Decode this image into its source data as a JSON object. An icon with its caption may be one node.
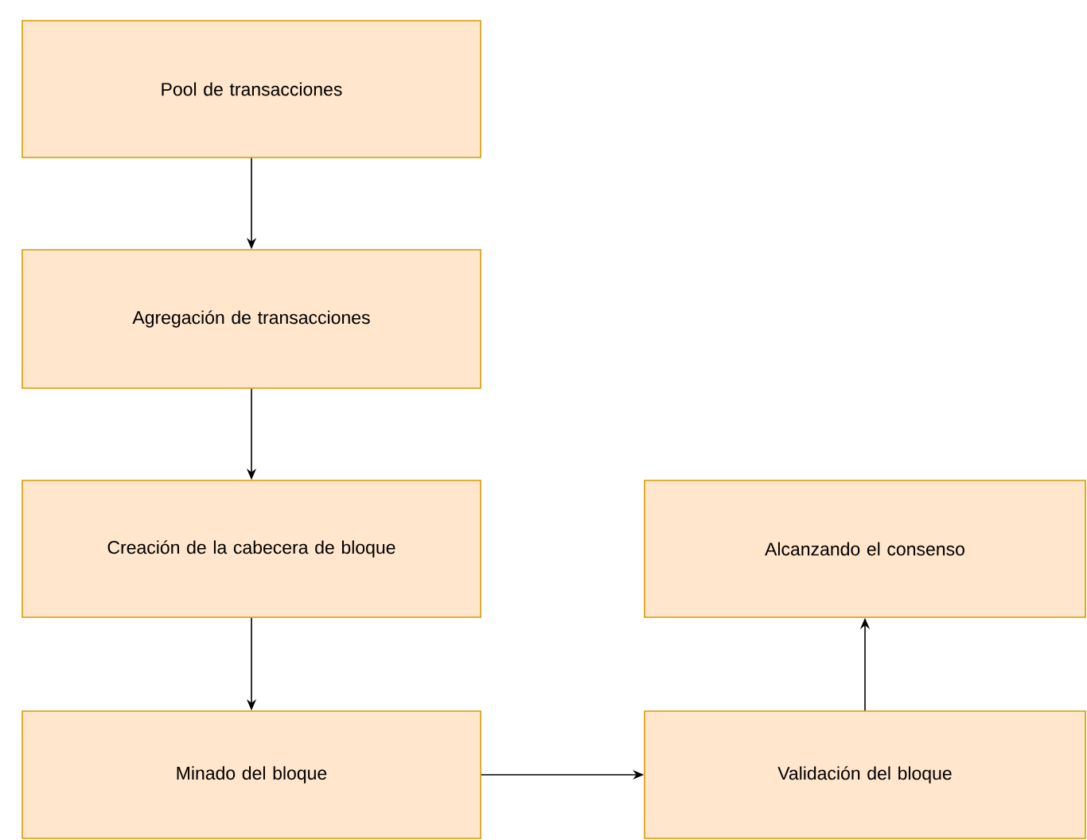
{
  "diagram": {
    "nodes": [
      {
        "text": [
          "Pool de transacciones"
        ]
      },
      {
        "text": [
          "Agregación de transacciones"
        ]
      },
      {
        "text": [
          "Creación de la cabecera de bloque"
        ]
      },
      {
        "text": [
          "Minado del bloque"
        ]
      },
      {
        "text": [
          "Alcanzando el consenso"
        ]
      },
      {
        "text": [
          "Validación del bloque"
        ]
      }
    ],
    "edges": [
      {
        "from": 0,
        "to": 1,
        "arrow": "to"
      },
      {
        "from": 1,
        "to": 2,
        "arrow": "to"
      },
      {
        "from": 2,
        "to": 3,
        "arrow": "to"
      },
      {
        "from": 3,
        "to": 5,
        "arrow": "to"
      },
      {
        "from": 5,
        "to": 4,
        "arrow": "to"
      }
    ]
  }
}
